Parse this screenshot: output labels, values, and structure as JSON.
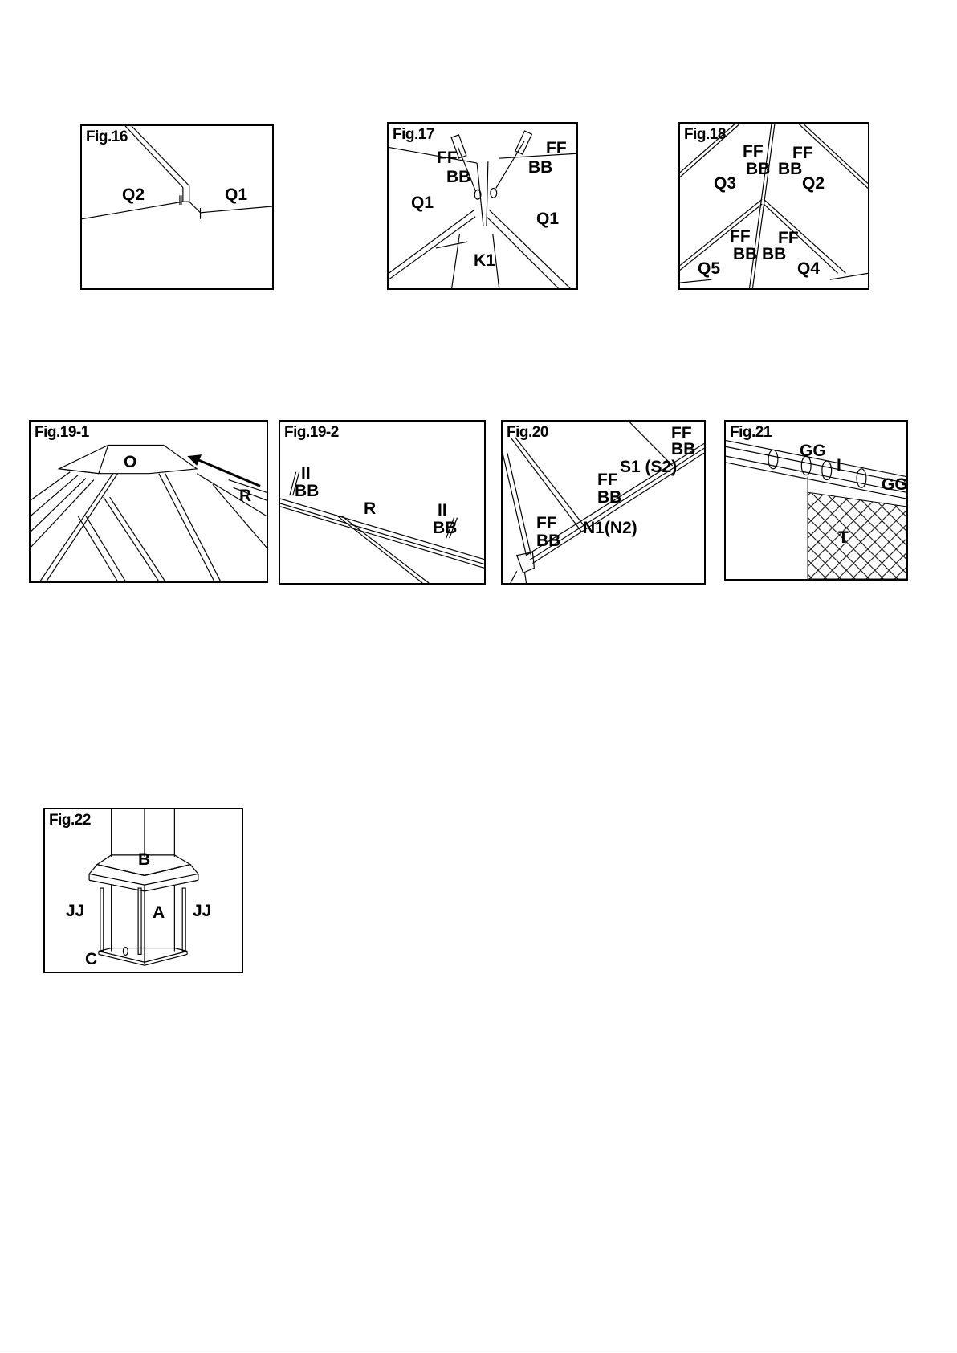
{
  "figures": {
    "fig16": {
      "title": "Fig.16",
      "labels": [
        "Q2",
        "Q1"
      ]
    },
    "fig17": {
      "title": "Fig.17",
      "labels": [
        "FF",
        "BB",
        "FF",
        "BB",
        "Q1",
        "Q1",
        "K1"
      ]
    },
    "fig18": {
      "title": "Fig.18",
      "labels": [
        "FF",
        "BB",
        "FF",
        "BB",
        "Q3",
        "Q2",
        "FF",
        "BB",
        "FF",
        "BB",
        "Q5",
        "Q4"
      ]
    },
    "fig19_1": {
      "title": "Fig.19-1",
      "labels": [
        "O",
        "R"
      ]
    },
    "fig19_2": {
      "title": "Fig.19-2",
      "labels": [
        "II",
        "BB",
        "R",
        "II",
        "BB"
      ]
    },
    "fig20": {
      "title": "Fig.20",
      "labels": [
        "FF",
        "BB",
        "S1 (S2)",
        "FF",
        "BB",
        "FF",
        "BB",
        "N1(N2)"
      ]
    },
    "fig21": {
      "title": "Fig.21",
      "labels": [
        "GG",
        "I",
        "GG",
        "T"
      ]
    },
    "fig22": {
      "title": "Fig.22",
      "labels": [
        "B",
        "JJ",
        "A",
        "JJ",
        "C"
      ]
    }
  }
}
